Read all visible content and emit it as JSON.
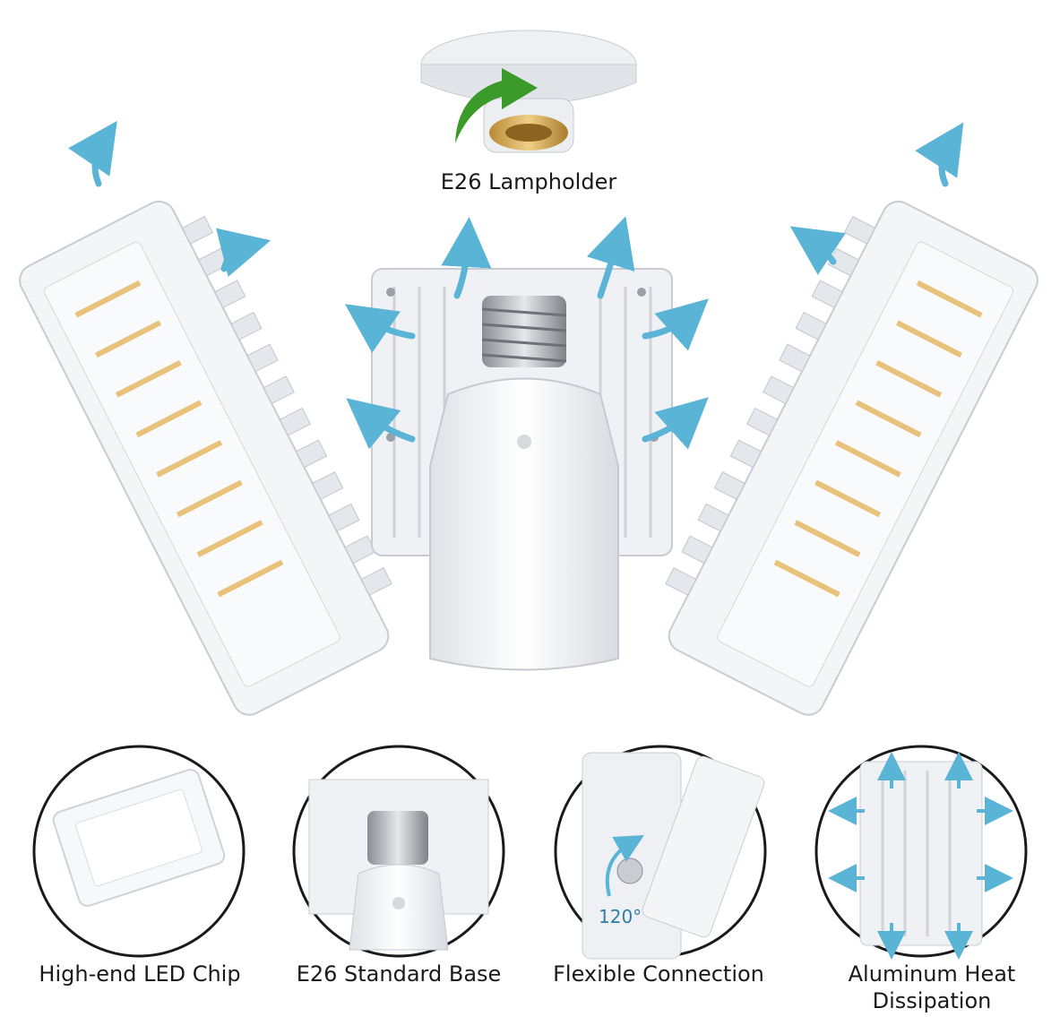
{
  "main_label": "E26 Lampholder",
  "features": [
    {
      "caption": "High-end LED Chip"
    },
    {
      "caption": "E26 Standard Base"
    },
    {
      "caption": "Flexible Connection",
      "angle_label": "120°"
    },
    {
      "caption": "Aluminum Heat\nDissipation"
    }
  ],
  "colors": {
    "arrow": "#5ab4d6",
    "green_arrow": "#3a9a2a",
    "housing": "#f2f3f5",
    "led": "#e8c27a",
    "socket_brass": "#d2a04a"
  }
}
